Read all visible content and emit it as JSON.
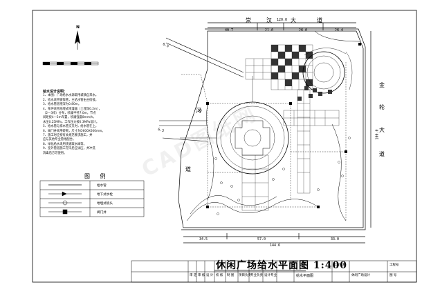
{
  "title": "休闲广场给水平面图 1:400",
  "roads": {
    "top": [
      "崇",
      "汉",
      "大",
      "道"
    ],
    "right": [
      "金",
      "轮",
      "大",
      "道"
    ],
    "left": [
      "河",
      "道"
    ]
  },
  "north_label": "N",
  "notes": {
    "heading": "给水设计说明：",
    "lines": [
      "1、本图：广场给水水源取用城镇自来水。",
      "2、给水采用镀锌管，主给水管由主街接。",
      "3、给水管道埋深为0.80m。",
      "4、草坪采用地埋式喷灌器（土埋深0.2m），",
      "   （2—3排）分布，喷灌半径7.0m，节点",
      "   间距按4—5m布置，喷灌强度8mm/h，",
      "   水压0.25MPa，工作压力按0.3MPa设计。",
      "5、给水管与排水管交叉时，给水管在上。",
      "6、阀门井采用砖砌，尺寸为D600X600mm。",
      "7、施工时应按有关规范要求施工，并",
      "   应与其他专业管线配合。",
      "8、绿化给水采用快速取水阀等。",
      "9、室外管道施工完毕后应试压，并冲洗",
      "   消毒后方可使用。"
    ]
  },
  "legend": {
    "title": "图 例",
    "items": [
      {
        "symbol": "line",
        "label": "给水管"
      },
      {
        "symbol": "valve",
        "label": "地下式水栓"
      },
      {
        "symbol": "circle",
        "label": "地埋式喷头"
      },
      {
        "symbol": "box",
        "label": "阀门井"
      }
    ]
  },
  "dimensions": {
    "top_total": "120.0",
    "top_segments": [
      "40.7",
      "21.0",
      "26.0",
      "26.4"
    ],
    "bottom_total": "144.6",
    "bottom_segments": [
      "34.5",
      "57.0",
      "33.0"
    ],
    "right_total": "100.0",
    "left_markers": [
      "6.5",
      "6.5"
    ]
  },
  "title_block": {
    "labels": [
      "审 定",
      "审 核",
      "设 计",
      "校 核",
      "制 图",
      "项目负责",
      "专业负责",
      "设计专业"
    ],
    "drawing_name": "给水平面图",
    "project_label": "工程名称",
    "project_name": "休闲广场设计",
    "number_label": "工程号",
    "sheet_label": "图 号"
  },
  "watermark": "CAD图纸网"
}
